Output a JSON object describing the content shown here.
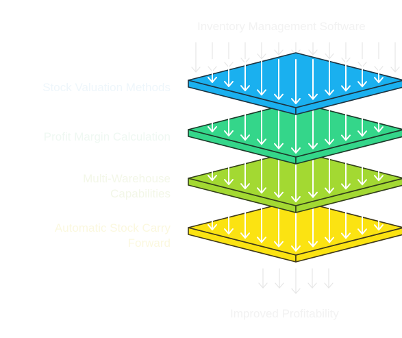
{
  "diagram": {
    "input_label": "Inventory Management Software",
    "output_label": "Improved Profitability",
    "layers": [
      {
        "label": "Stock Valuation Methods",
        "color": "#1ab0ef",
        "edge": "#1d3340"
      },
      {
        "label": "Profit Margin Calculation",
        "color": "#34d68a",
        "edge": "#1c3a2a"
      },
      {
        "label": "Multi-Warehouse Capabilities",
        "color": "#a3d932",
        "edge": "#33401a"
      },
      {
        "label": "Automatic Stock Carry Forward",
        "color": "#fbe312",
        "edge": "#40391a"
      }
    ],
    "colors": {
      "arrow_faint": "#e6e6e6",
      "arrow_bold": "#ffffff",
      "label_text": "#f2f2f2"
    }
  }
}
